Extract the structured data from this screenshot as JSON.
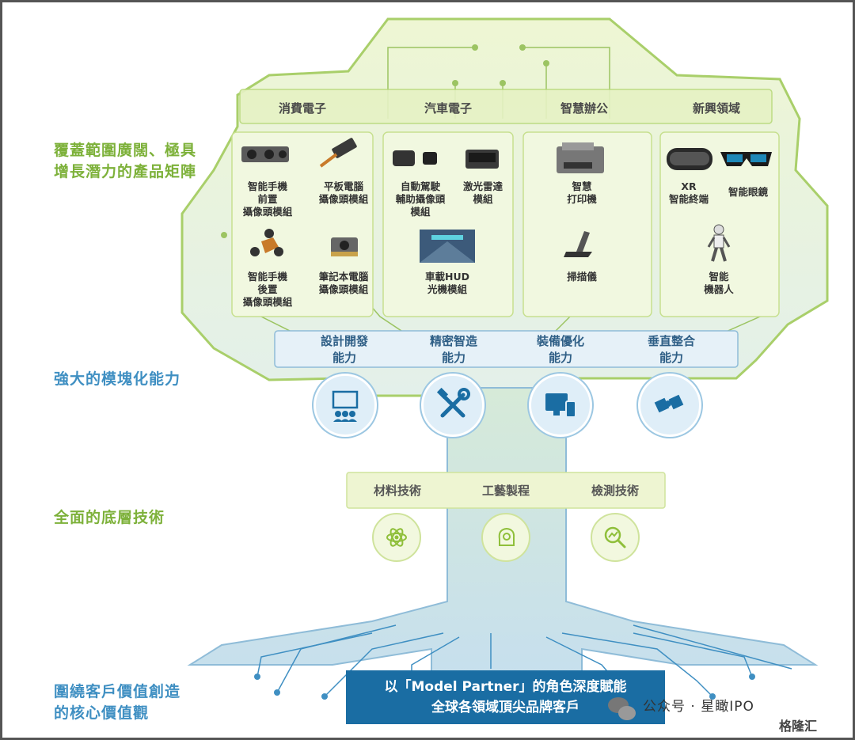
{
  "side_labels": {
    "product_matrix": "覆蓋範圍廣闊、極具\n增長潛力的產品矩陣",
    "modular_capability": "強大的模塊化能力",
    "base_technology": "全面的底層技術",
    "core_value": "圍繞客戶價值創造\n的核心價值觀"
  },
  "categories": [
    "消費電子",
    "汽車電子",
    "智慧辦公",
    "新興領域"
  ],
  "products": {
    "phone_front_camera": "智能手機\n前置\n攝像頭模組",
    "tablet_camera": "平板電腦\n攝像頭模組",
    "phone_rear_camera": "智能手機\n後置\n攝像頭模組",
    "laptop_camera": "筆記本電腦\n攝像頭模組",
    "adas_camera": "自動駕駛\n輔助攝像頭\n模組",
    "lidar": "激光雷達\n模組",
    "hud": "車載HUD\n光機模組",
    "printer": "智慧\n打印機",
    "scanner": "掃描儀",
    "xr": "XR\n智能終端",
    "glasses": "智能眼鏡",
    "robot": "智能\n機器人"
  },
  "capabilities": [
    "設計開發\n能力",
    "精密智造\n能力",
    "裝備優化\n能力",
    "垂直整合\n能力"
  ],
  "technologies": [
    "材料技術",
    "工藝製程",
    "檢測技術"
  ],
  "banner": "以「Model Partner」的角色深度賦能\n全球各領域頂尖品牌客戶",
  "watermark": {
    "text": "公众号 · 星瞰IPO",
    "logo": "格隆汇"
  },
  "colors": {
    "green": "#7db13a",
    "blue": "#3f8fc2",
    "dark_blue": "#1a6da3"
  }
}
